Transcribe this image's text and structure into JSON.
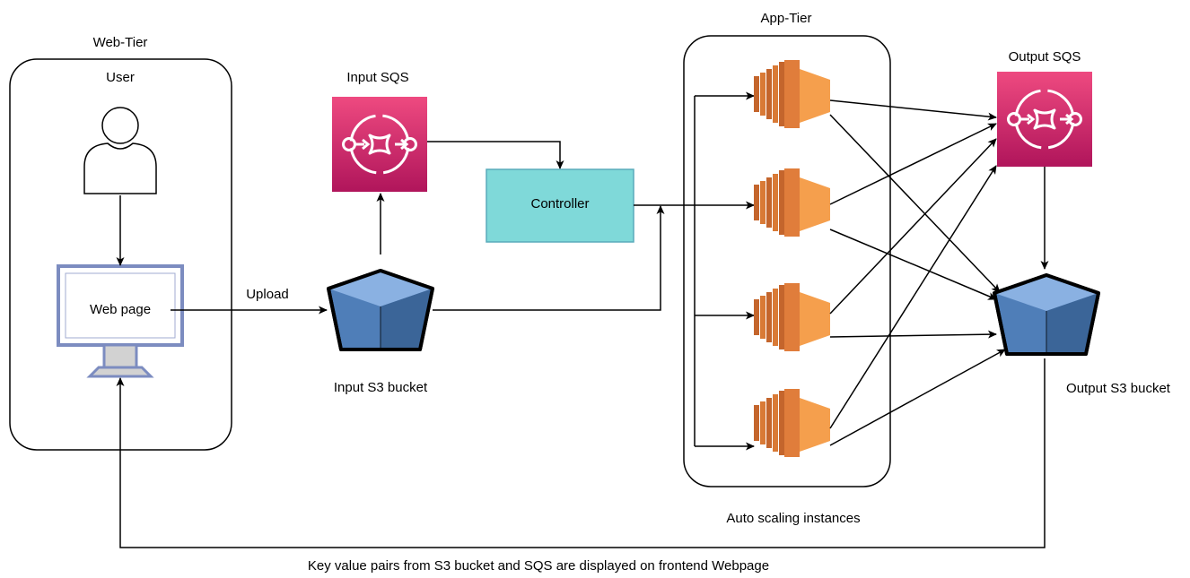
{
  "web_tier": {
    "title": "Web-Tier",
    "user_label": "User",
    "webpage_label": "Web page"
  },
  "upload_label": "Upload",
  "input_sqs_label": "Input SQS",
  "input_s3_label": "Input S3 bucket",
  "controller_label": "Controller",
  "app_tier": {
    "title": "App-Tier",
    "caption": "Auto scaling instances",
    "instance_count": 4
  },
  "output_sqs_label": "Output SQS",
  "output_s3_label": "Output S3 bucket",
  "footer_caption": "Key value pairs from S3 bucket and SQS are displayed on frontend Webpage",
  "colors": {
    "sqs_top": "#ee4a80",
    "sqs_bottom": "#b0155b",
    "controller_fill": "#7fd9d9",
    "controller_stroke": "#5aabbb",
    "ec2_light": "#f59f4d",
    "ec2_dark": "#c4652c",
    "s3_top": "#8ab1e2",
    "s3_left": "#4f7eb8",
    "s3_right": "#3b6598",
    "monitor_stroke": "#7c8cc0",
    "monitor_stand": "#d2d2d2"
  },
  "icons": [
    "user-icon",
    "monitor-icon",
    "sqs-icon",
    "s3-bucket-icon",
    "ec2-instance-icon"
  ]
}
